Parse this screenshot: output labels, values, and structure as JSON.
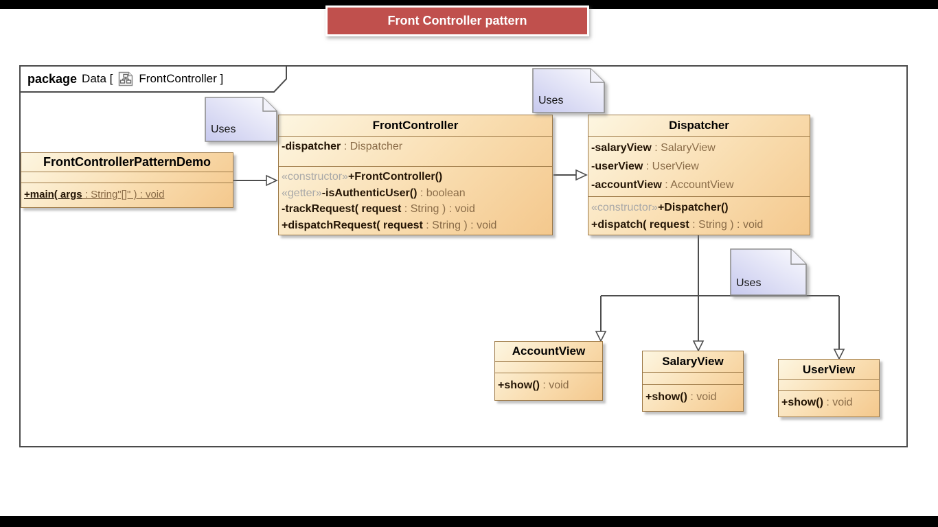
{
  "colors": {
    "banner_bg": "#c0504d",
    "banner_text": "#ffffff",
    "class_fill_light": "#fdf6e1",
    "class_fill_dark": "#f4c88d",
    "class_border": "#9c7845",
    "note_fill_dark": "#c7c9ee",
    "note_fill_light": "#fbfbfe",
    "connector_line": "#4d4d4d"
  },
  "banner": {
    "title": "Front Controller pattern"
  },
  "package_frame": {
    "keyword": "package",
    "context": "Data [",
    "diagram": "FrontController ]"
  },
  "notes": [
    {
      "text": "Uses"
    },
    {
      "text": "Uses"
    },
    {
      "text": "Uses"
    }
  ],
  "classes": [
    {
      "name": "FrontControllerPatternDemo",
      "attributes": [],
      "operations": [
        [
          {
            "t": "+main( args",
            "k": "n",
            "u": true
          },
          {
            "t": " : String\"[]\" ) : void",
            "k": "t",
            "u": true
          }
        ]
      ]
    },
    {
      "name": "FrontController",
      "attributes": [
        [
          {
            "t": "-dispatcher",
            "k": "n"
          },
          {
            "t": " : Dispatcher",
            "k": "t"
          }
        ]
      ],
      "operations": [
        [
          {
            "t": "«constructor»",
            "k": "s"
          },
          {
            "t": "+FrontController()",
            "k": "n"
          }
        ],
        [
          {
            "t": "«getter»",
            "k": "s"
          },
          {
            "t": "-isAuthenticUser()",
            "k": "n"
          },
          {
            "t": " : boolean",
            "k": "t"
          }
        ],
        [
          {
            "t": "-trackRequest( request",
            "k": "n"
          },
          {
            "t": " : String ) : void",
            "k": "t"
          }
        ],
        [
          {
            "t": "+dispatchRequest( request",
            "k": "n"
          },
          {
            "t": " : String ) : void",
            "k": "t"
          }
        ]
      ]
    },
    {
      "name": "Dispatcher",
      "attributes": [
        [
          {
            "t": "-salaryView",
            "k": "n"
          },
          {
            "t": " : SalaryView",
            "k": "t"
          }
        ],
        [
          {
            "t": "-userView",
            "k": "n"
          },
          {
            "t": " : UserView",
            "k": "t"
          }
        ],
        [
          {
            "t": "-accountView",
            "k": "n"
          },
          {
            "t": " : AccountView",
            "k": "t"
          }
        ]
      ],
      "operations": [
        [
          {
            "t": "«constructor»",
            "k": "s"
          },
          {
            "t": "+Dispatcher()",
            "k": "n"
          }
        ],
        [
          {
            "t": "+dispatch( request",
            "k": "n"
          },
          {
            "t": " : String ) : void",
            "k": "t"
          }
        ]
      ]
    },
    {
      "name": "AccountView",
      "attributes": [],
      "operations": [
        [
          {
            "t": "+show()",
            "k": "n"
          },
          {
            "t": " : void",
            "k": "t"
          }
        ]
      ]
    },
    {
      "name": "SalaryView",
      "attributes": [],
      "operations": [
        [
          {
            "t": "+show()",
            "k": "n"
          },
          {
            "t": " : void",
            "k": "t"
          }
        ]
      ]
    },
    {
      "name": "UserView",
      "attributes": [],
      "operations": [
        [
          {
            "t": "+show()",
            "k": "n"
          },
          {
            "t": " : void",
            "k": "t"
          }
        ]
      ]
    }
  ],
  "relationships": [
    {
      "from": "FrontControllerPatternDemo",
      "to": "FrontController",
      "label": "Uses"
    },
    {
      "from": "FrontController",
      "to": "Dispatcher",
      "label": "Uses"
    },
    {
      "from": "Dispatcher",
      "to": "AccountView",
      "label": "Uses"
    },
    {
      "from": "Dispatcher",
      "to": "SalaryView",
      "label": "Uses"
    },
    {
      "from": "Dispatcher",
      "to": "UserView",
      "label": "Uses"
    }
  ]
}
